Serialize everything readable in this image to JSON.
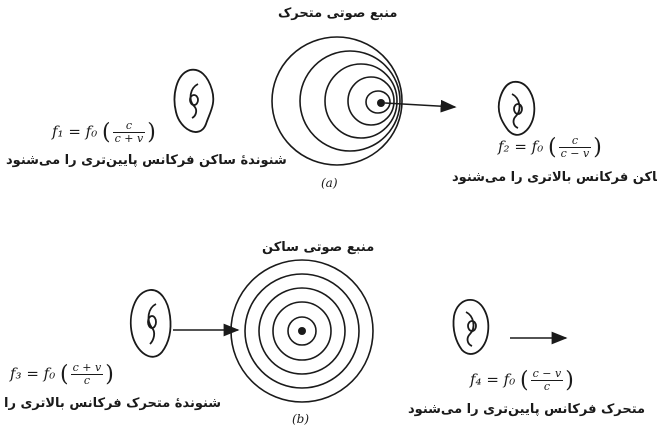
{
  "panel_a": {
    "title": "منبع صوتی متحرک",
    "caption": "(a)",
    "left": {
      "formula": {
        "lhs": "f₁ = f₀",
        "num": "c",
        "den": "c + v"
      },
      "text": "شنوندهٔ ساکن فرکانس پایین‌تری را می‌شنود"
    },
    "right": {
      "formula": {
        "lhs": "f₂ = f₀",
        "num": "c",
        "den": "c − v"
      },
      "text": "ساکن فرکانس بالاتری را می‌شنود"
    }
  },
  "panel_b": {
    "title": "منبع صوتی ساکن",
    "caption": "(b)",
    "left": {
      "formula": {
        "lhs": "f₃ = f₀",
        "num": "c + v",
        "den": "c"
      },
      "text": "شنوندهٔ متحرک فرکانس بالاتری را"
    },
    "right": {
      "formula": {
        "lhs": "f₄ = f₀",
        "num": "c − v",
        "den": "c"
      },
      "text": "متحرک فرکانس پایین‌تری را می‌شنود"
    }
  }
}
